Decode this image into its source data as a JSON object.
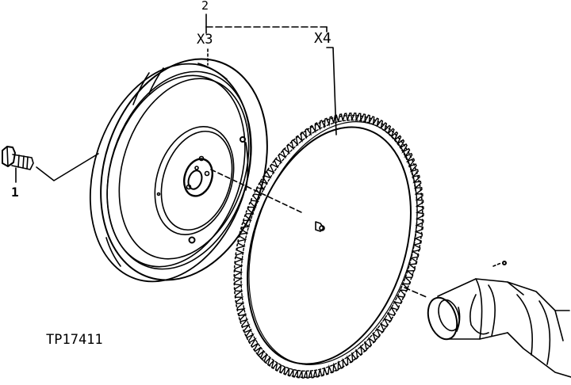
{
  "callouts": {
    "item_2": "2",
    "qty_3": "X3",
    "qty_4": "X4",
    "item_1": "1"
  },
  "figure_id": "TP17411",
  "parts": [
    "cap-screw-icon",
    "flywheel-icon",
    "ring-gear-icon",
    "dowel-pin-icon",
    "crankshaft-icon"
  ],
  "colors": {
    "ink": "#000000",
    "paper": "#ffffff"
  }
}
